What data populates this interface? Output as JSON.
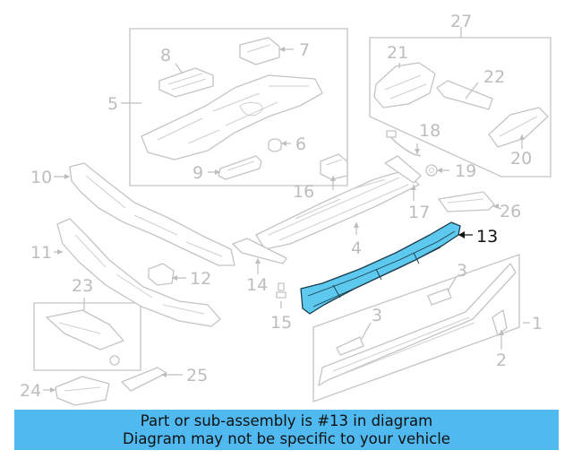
{
  "callouts": {
    "c1": "1",
    "c2": "2",
    "c3a": "3",
    "c3b": "3",
    "c4": "4",
    "c5": "5",
    "c6": "6",
    "c7": "7",
    "c8": "8",
    "c9": "9",
    "c10": "10",
    "c11": "11",
    "c12": "12",
    "c13": "13",
    "c14": "14",
    "c15": "15",
    "c16": "16",
    "c17": "17",
    "c18": "18",
    "c19": "19",
    "c20": "20",
    "c21": "21",
    "c22": "22",
    "c23": "23",
    "c24": "24",
    "c25": "25",
    "c26": "26",
    "c27": "27"
  },
  "highlighted_part": "13",
  "colors": {
    "highlight_fill": "#5ec9ee",
    "banner_bg": "#4fb9f0",
    "linework": "#c4c4c4"
  },
  "banner": {
    "line1": "Part or sub-assembly is #13 in diagram",
    "line2": "Diagram may not be specific to your vehicle"
  }
}
